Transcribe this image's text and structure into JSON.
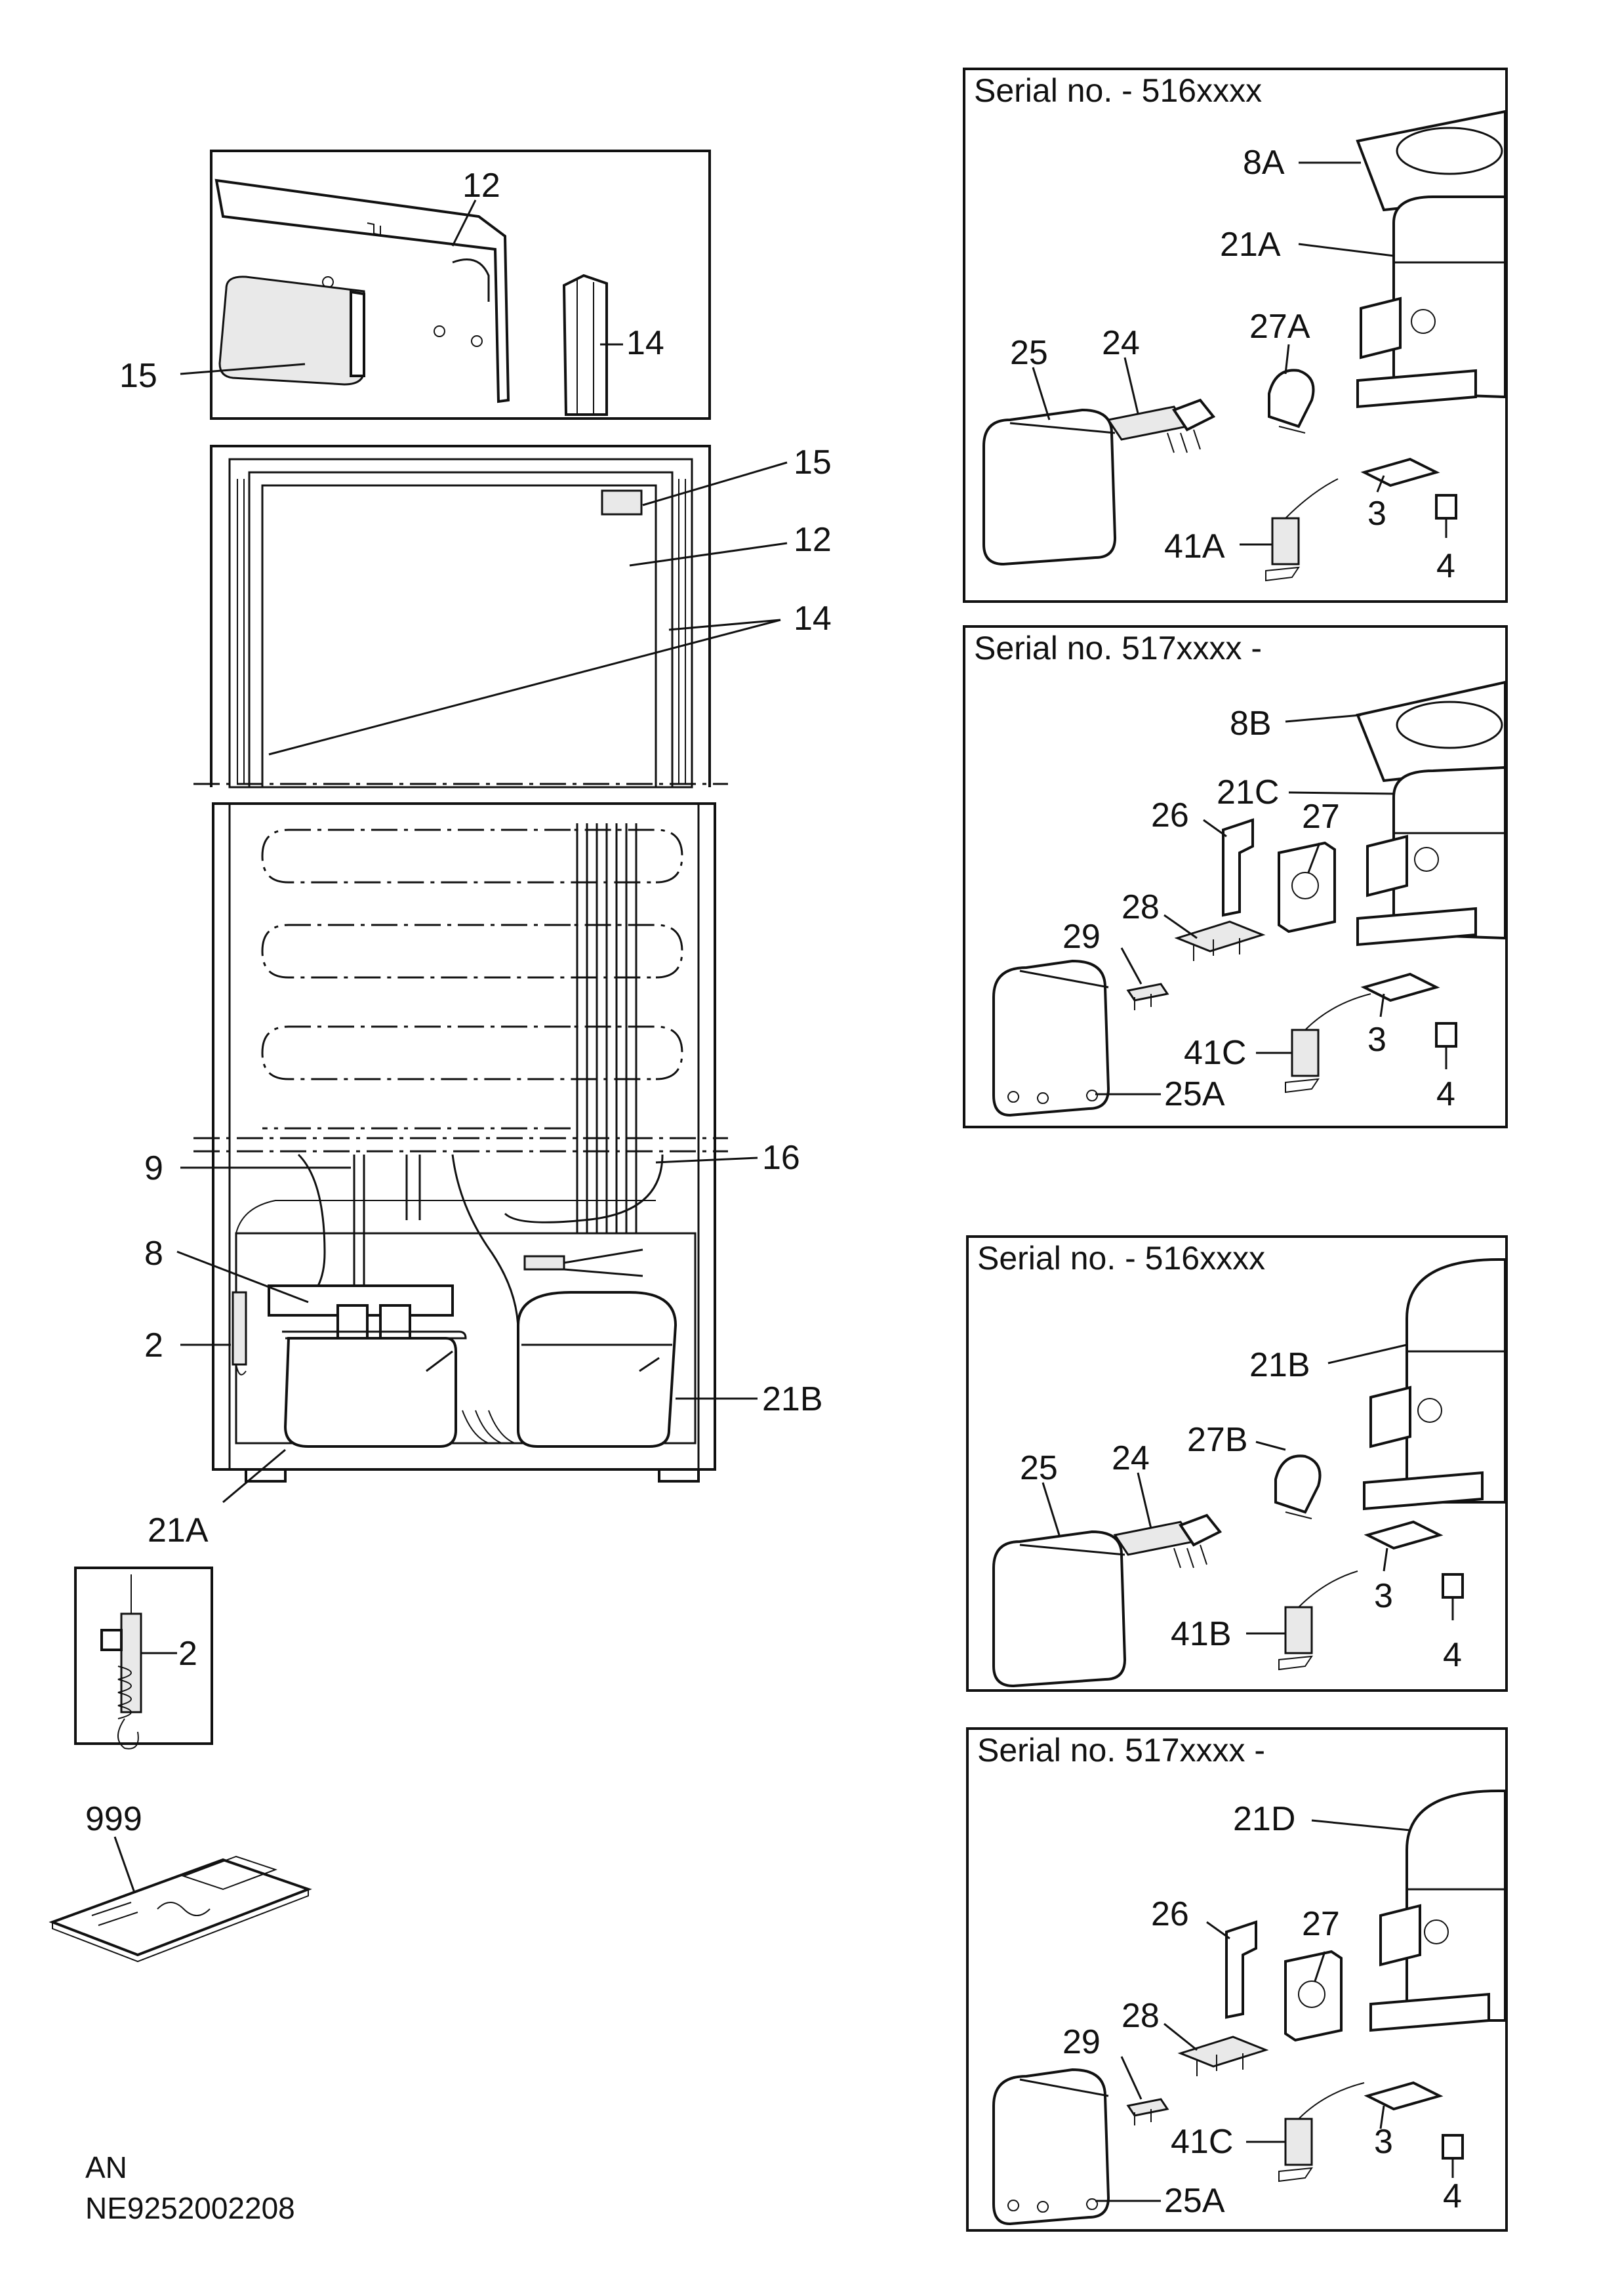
{
  "callouts": {
    "door_detail": {
      "c12": "12",
      "c14": "14",
      "c15": "15"
    },
    "door": {
      "c15": "15",
      "c12": "12",
      "c14": "14"
    },
    "cabinet": {
      "c9": "9",
      "c16": "16",
      "c8": "8",
      "c2": "2",
      "c21b": "21B",
      "c21a": "21A"
    },
    "sensor_detail": {
      "c2": "2"
    },
    "manual": {
      "c999": "999"
    }
  },
  "panels": [
    {
      "header": "Serial no. - 516xxxx",
      "labels": {
        "c8a": "8A",
        "c21a": "21A",
        "c25": "25",
        "c24": "24",
        "c27a": "27A",
        "c41a": "41A",
        "c3": "3",
        "c4": "4"
      }
    },
    {
      "header": "Serial no. 517xxxx -",
      "labels": {
        "c8b": "8B",
        "c21c": "21C",
        "c26": "26",
        "c27": "27",
        "c28": "28",
        "c29": "29",
        "c41c": "41C",
        "c3": "3",
        "c4": "4",
        "c25a": "25A"
      }
    },
    {
      "header": "Serial no. - 516xxxx",
      "labels": {
        "c21b": "21B",
        "c27b": "27B",
        "c25": "25",
        "c24": "24",
        "c41b": "41B",
        "c3": "3",
        "c4": "4"
      }
    },
    {
      "header": "Serial no. 517xxxx -",
      "labels": {
        "c21d": "21D",
        "c26": "26",
        "c27": "27",
        "c28": "28",
        "c29": "29",
        "c41c": "41C",
        "c3": "3",
        "c4": "4",
        "c25a": "25A"
      }
    }
  ],
  "footer": {
    "line1": "AN",
    "line2": "NE9252002208"
  }
}
